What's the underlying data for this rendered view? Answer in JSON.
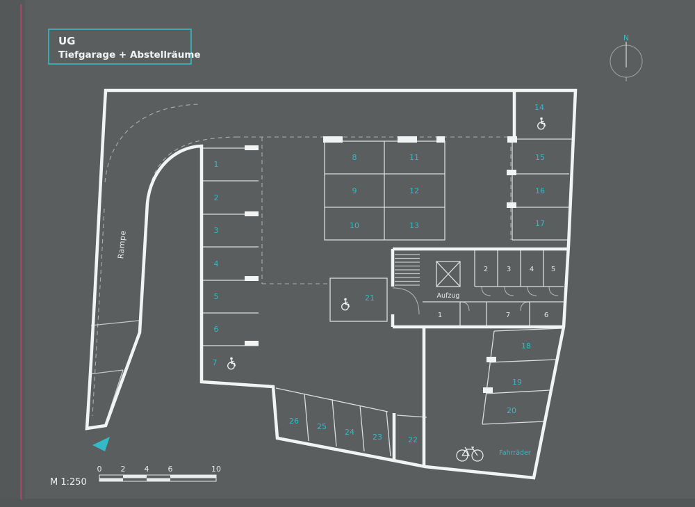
{
  "colors": {
    "background": "#5a5e5e",
    "accent": "#33bac6",
    "wall": "#f2f4f4",
    "magenta": "#a84563"
  },
  "title": {
    "line1": "UG",
    "line2": "Tiefgarage + Abstellräume"
  },
  "compass": {
    "label": "N"
  },
  "labels": {
    "ramp": "Rampe",
    "elevator": "Aufzug",
    "bikes": "Fahrräder"
  },
  "parking": {
    "left": [
      "1",
      "2",
      "3",
      "4",
      "5",
      "6",
      "7"
    ],
    "center_left": [
      "8",
      "9",
      "10"
    ],
    "center_right": [
      "11",
      "12",
      "13"
    ],
    "right_top": [
      "14",
      "15",
      "16",
      "17"
    ],
    "accessible": "21",
    "right_bottom": [
      "18",
      "19",
      "20"
    ],
    "bottom": [
      "26",
      "25",
      "24",
      "23",
      "22"
    ]
  },
  "storage": {
    "top": [
      "2",
      "3",
      "4",
      "5"
    ],
    "bottom": [
      "1",
      "7",
      "6"
    ]
  },
  "scalebar": {
    "label": "M 1:250",
    "ticks": [
      "0",
      "2",
      "4",
      "6",
      "10"
    ]
  }
}
